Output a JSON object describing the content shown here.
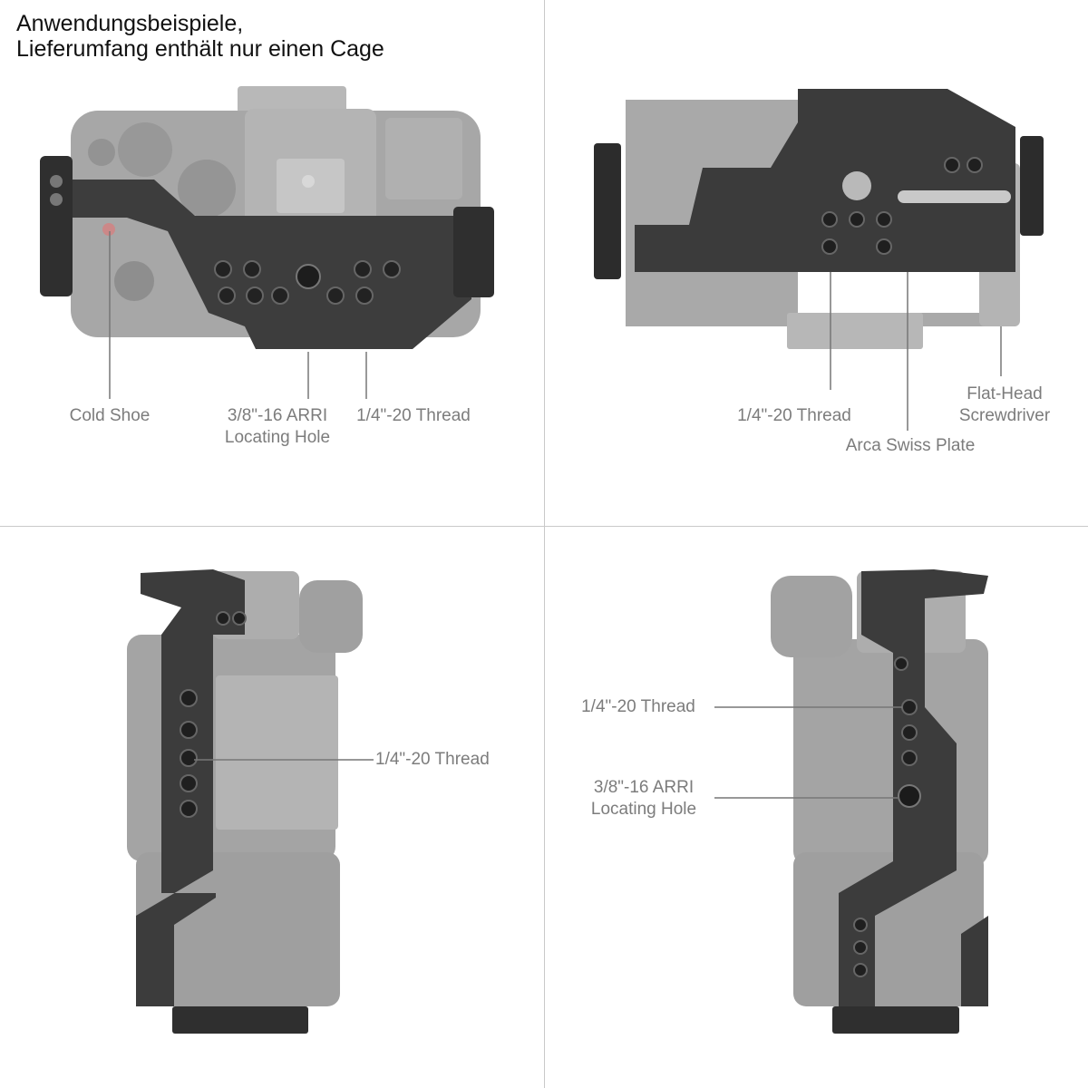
{
  "header": {
    "line1": "Anwendungsbeispiele,",
    "line2": "Lieferumfang enthält nur einen Cage"
  },
  "panels": {
    "top_left": {
      "cold_shoe": "Cold Shoe",
      "arri_line1": "3/8\"-16 ARRI",
      "arri_line2": "Locating Hole",
      "thread": "1/4\"-20 Thread"
    },
    "top_right": {
      "thread": "1/4\"-20 Thread",
      "flat_head_line1": "Flat-Head",
      "flat_head_line2": "Screwdriver",
      "arca": "Arca Swiss Plate"
    },
    "bottom_left": {
      "thread": "1/4\"-20 Thread"
    },
    "bottom_right": {
      "thread": "1/4\"-20 Thread",
      "arri_line1": "3/8\"-16 ARRI",
      "arri_line2": "Locating Hole"
    }
  },
  "colors": {
    "camera_body": "#a3a3a3",
    "cage_metal": "#3a3a3a",
    "label_text": "#7c7c7c",
    "divider": "#c9c9c9"
  }
}
